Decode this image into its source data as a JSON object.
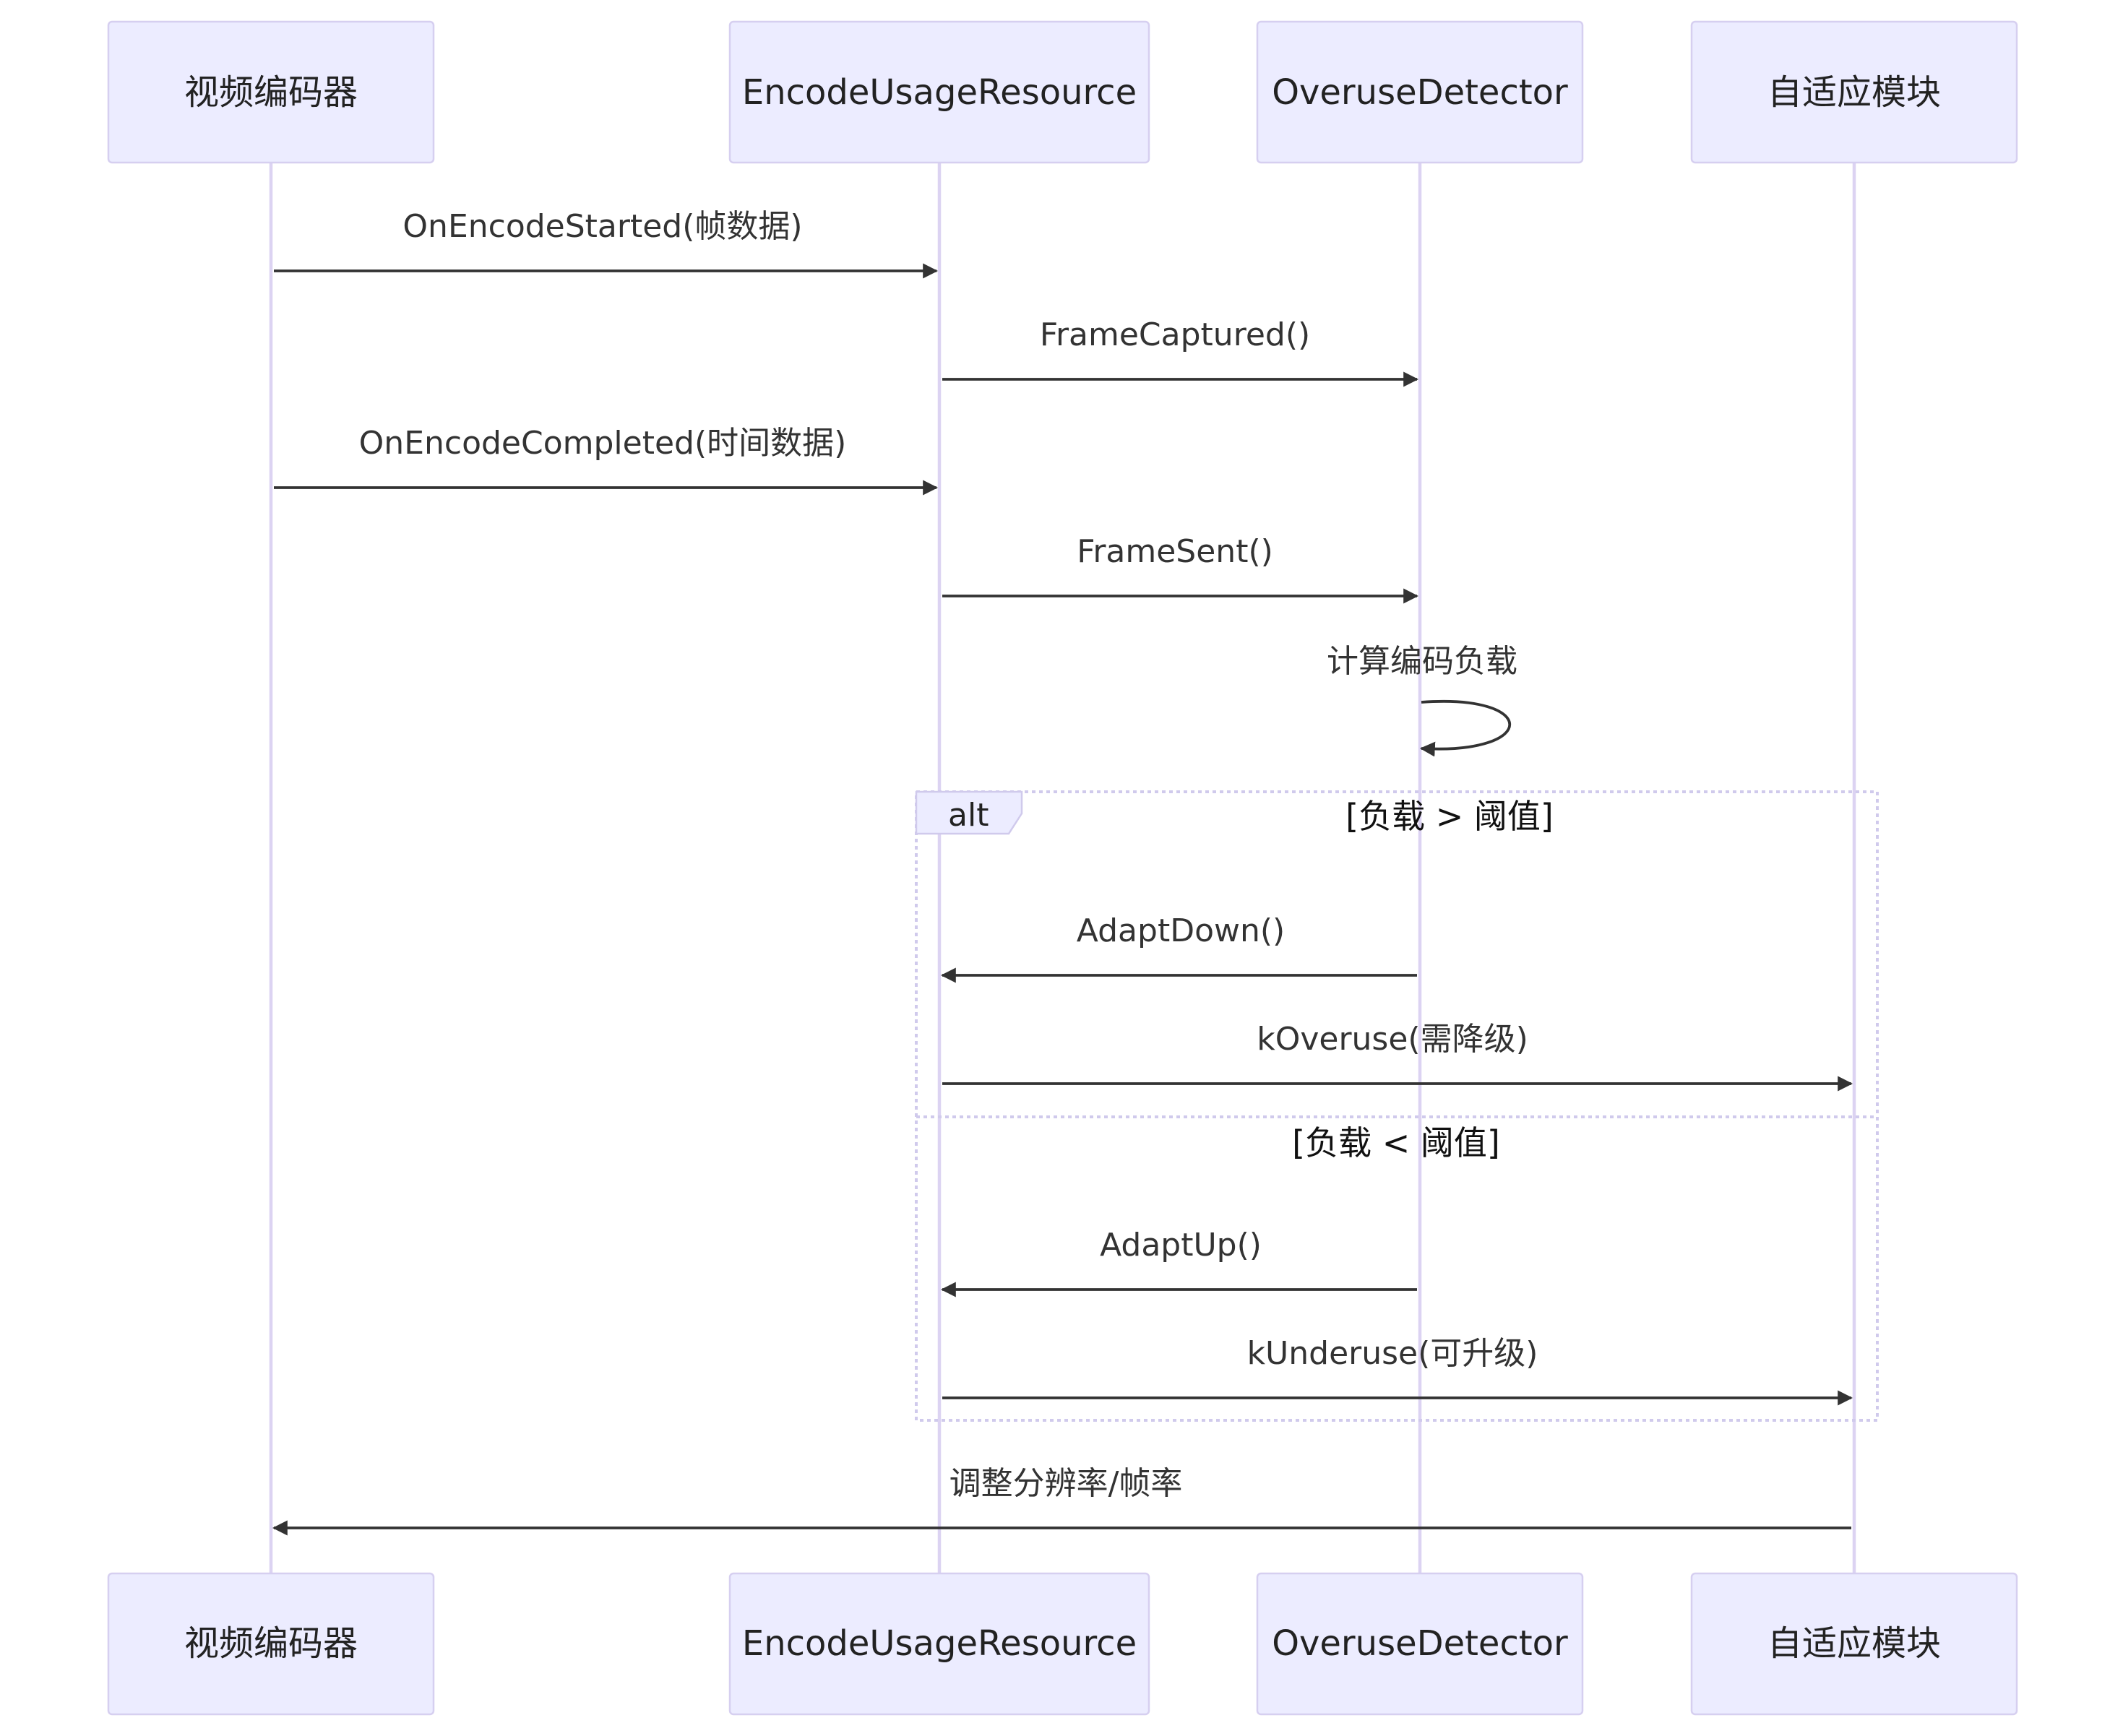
{
  "participants": [
    {
      "id": "encoder",
      "label": "视频编码器"
    },
    {
      "id": "resource",
      "label": "EncodeUsageResource"
    },
    {
      "id": "detector",
      "label": "OveruseDetector"
    },
    {
      "id": "adapt",
      "label": "自适应模块"
    }
  ],
  "messages": [
    {
      "from": "encoder",
      "to": "resource",
      "label": "OnEncodeStarted(帧数据)"
    },
    {
      "from": "resource",
      "to": "detector",
      "label": "FrameCaptured()"
    },
    {
      "from": "encoder",
      "to": "resource",
      "label": "OnEncodeCompleted(时间数据)"
    },
    {
      "from": "resource",
      "to": "detector",
      "label": "FrameSent()"
    },
    {
      "from": "detector",
      "to": "detector",
      "label": "计算编码负载"
    },
    {
      "from": "detector",
      "to": "resource",
      "label": "AdaptDown()"
    },
    {
      "from": "resource",
      "to": "adapt",
      "label": "kOveruse(需降级)"
    },
    {
      "from": "detector",
      "to": "resource",
      "label": "AdaptUp()"
    },
    {
      "from": "resource",
      "to": "adapt",
      "label": "kUnderuse(可升级)"
    },
    {
      "from": "adapt",
      "to": "encoder",
      "label": "调整分辨率/帧率"
    }
  ],
  "alt_block": {
    "keyword": "alt",
    "conditions": [
      "[负载 > 阈值]",
      "[负载 < 阈值]"
    ]
  },
  "colors": {
    "actor_fill": "#ECECFF",
    "actor_border": "#D6CFF0",
    "lifeline": "#DCD3F2",
    "arrow": "#333333"
  }
}
